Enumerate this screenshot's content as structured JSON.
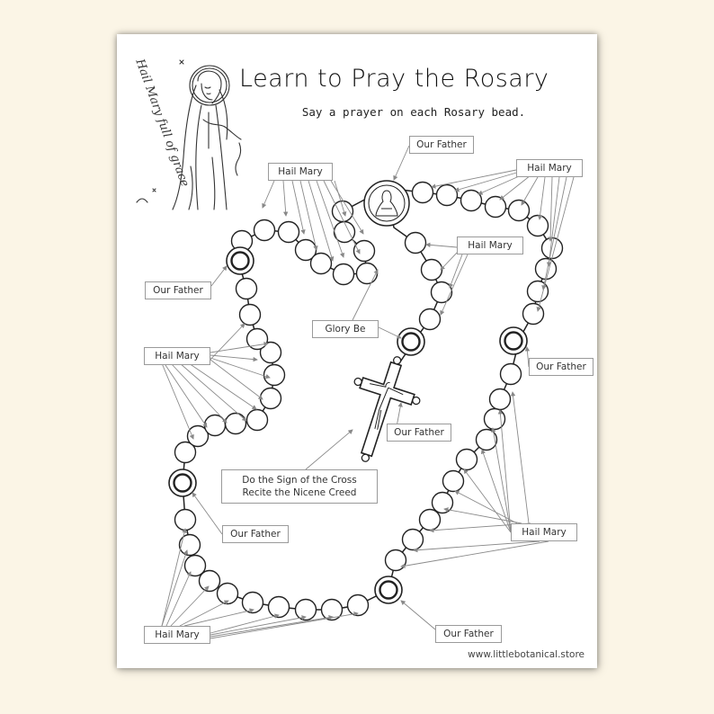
{
  "page": {
    "title": "Learn to Pray the Rosary",
    "subtitle": "Say a prayer on each Rosary bead.",
    "footer_url": "www.littlebotanical.store",
    "illustration_caption": "Hail Mary full of grace"
  },
  "labels": {
    "our_father_top": "Our Father",
    "hail_mary_top_left": "Hail Mary",
    "hail_mary_top_right": "Hail Mary",
    "hail_mary_center": "Hail Mary",
    "our_father_left": "Our Father",
    "glory_be": "Glory Be",
    "our_father_right": "Our Father",
    "hail_mary_left": "Hail Mary",
    "our_father_crucifix": "Our Father",
    "sign_of_cross_line1": "Do the Sign of the Cross",
    "sign_of_cross_line2": "Recite the Nicene Creed",
    "our_father_lower_left": "Our Father",
    "hail_mary_right": "Hail Mary",
    "hail_mary_bottom_left": "Hail Mary",
    "our_father_bottom": "Our Father"
  },
  "colors": {
    "background": "#fbf5e6",
    "sheet": "#ffffff",
    "ink": "#222222",
    "arrow": "#888888"
  },
  "icons": {
    "medal": "mary-medal-icon",
    "crucifix": "crucifix-icon",
    "illustration": "virgin-mary-illustration"
  }
}
